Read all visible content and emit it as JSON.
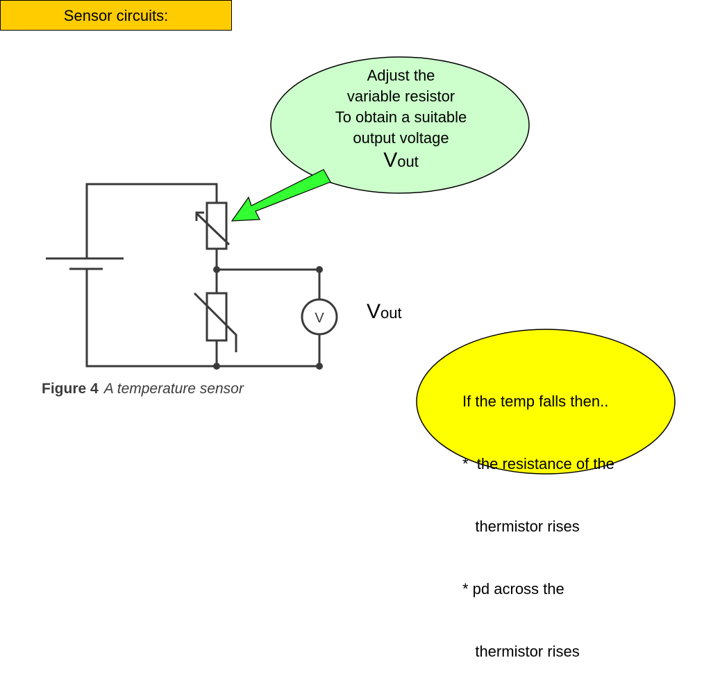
{
  "slide": {
    "title": "Sensor circuits:",
    "colors": {
      "title_bg": "#ffcc00",
      "green_bubble": "#ccffcc",
      "yellow_bubble": "#ffff00",
      "arrow": "#33ff33"
    }
  },
  "green_bubble": {
    "lines": [
      "Adjust the",
      "variable resistor",
      "To obtain a suitable",
      "output voltage"
    ],
    "vout_main": "V",
    "vout_sub": "out"
  },
  "vout_label": {
    "main": "V",
    "sub": "out"
  },
  "voltmeter": {
    "symbol": "V"
  },
  "figure_caption": {
    "number": "Figure 4",
    "text": "A temperature sensor"
  },
  "yellow_bubble": {
    "lines": [
      "If the temp falls then..",
      "*  the resistance of the",
      "   thermistor rises",
      "* pd across the",
      "   thermistor rises"
    ]
  }
}
